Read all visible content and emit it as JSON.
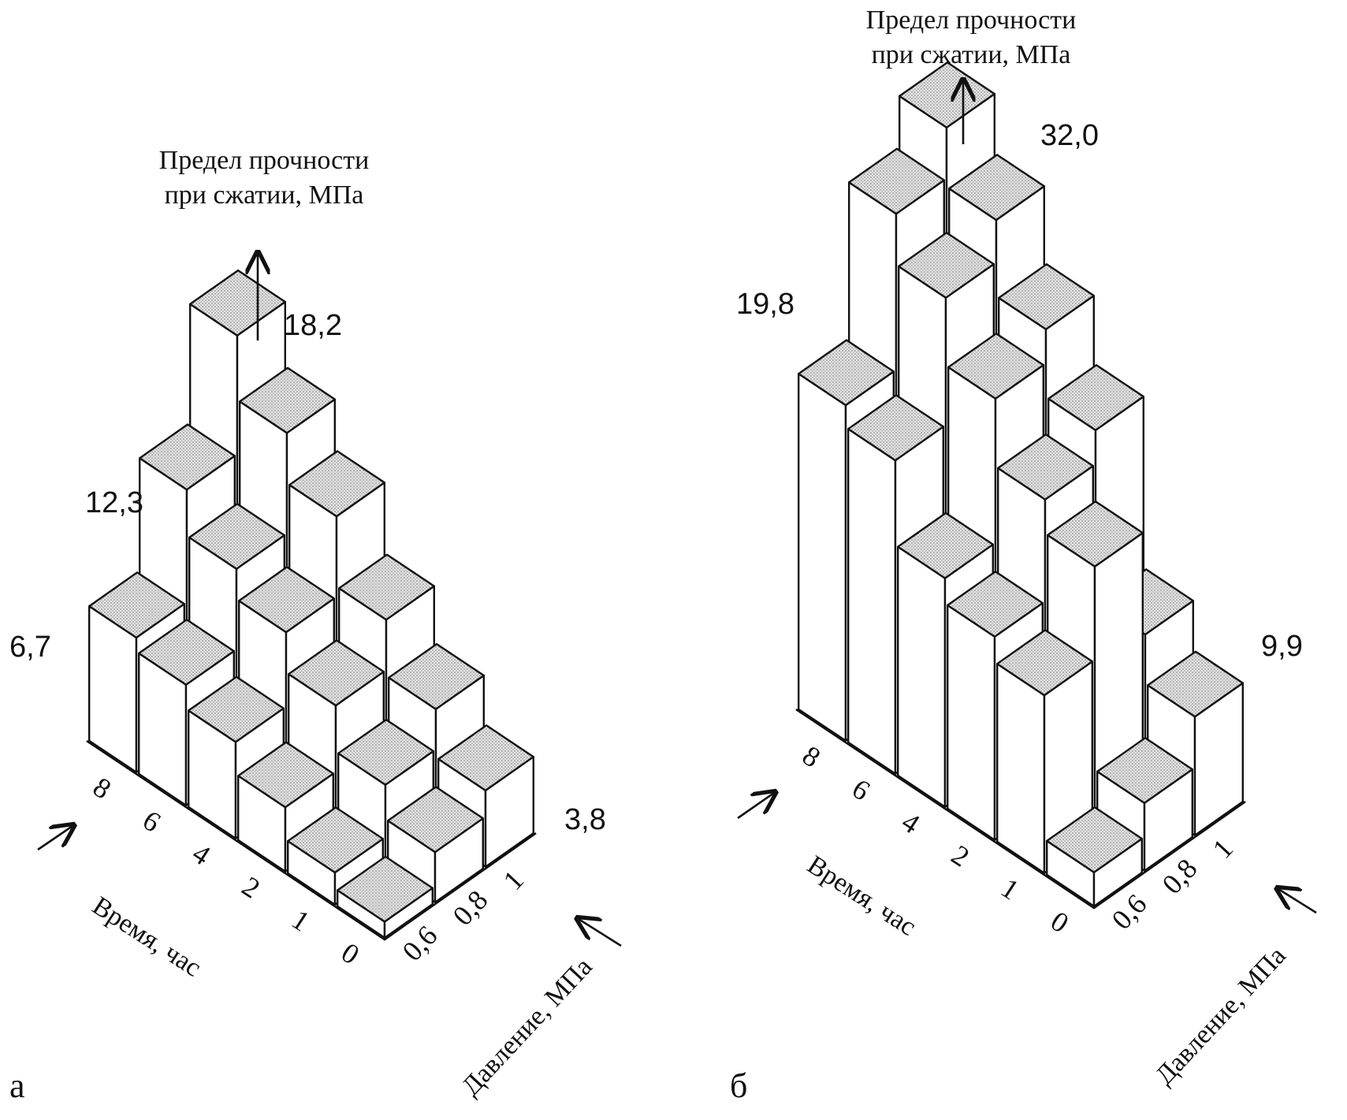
{
  "colors": {
    "top_face": "#d4d4d4",
    "side_face": "#ffffff",
    "ink": "#111111"
  },
  "chart_data": [
    {
      "panel": "а",
      "type": "bar3d",
      "zlabel_line1": "Предел прочности",
      "zlabel_line2": "при сжатии, МПа",
      "time_axis_label": "Время, час",
      "pressure_axis_label": "Давление, МПа",
      "time_ticks": [
        "8",
        "6",
        "4",
        "2",
        "1",
        "0"
      ],
      "pressure_ticks": [
        "0,6",
        "0,8",
        "1"
      ],
      "value_labels": [
        "18,2",
        "12,3",
        "6,7",
        "3,8"
      ],
      "grid": [
        [
          6.7,
          12.3,
          18.2
        ],
        [
          6.0,
          10.0,
          15.0
        ],
        [
          4.8,
          8.5,
          12.5
        ],
        [
          3.2,
          6.5,
          9.0
        ],
        [
          1.6,
          4.2,
          6.2
        ],
        [
          0.8,
          2.5,
          3.8
        ]
      ],
      "zlim": [
        0,
        35
      ]
    },
    {
      "panel": "б",
      "type": "bar3d",
      "zlabel_line1": "Предел прочности",
      "zlabel_line2": "при сжатии, МПа",
      "time_axis_label": "Время, час",
      "pressure_axis_label": "Давление, МПа",
      "time_ticks": [
        "8",
        "6",
        "4",
        "2",
        "1",
        "0"
      ],
      "pressure_ticks": [
        "0,6",
        "0,8",
        "1"
      ],
      "value_labels": [
        "32,0",
        "19,8",
        "9,9"
      ],
      "grid": [
        [
          19.8,
          29.0,
          32.0
        ],
        [
          18.5,
          26.0,
          28.5
        ],
        [
          13.5,
          22.0,
          24.0
        ],
        [
          12.0,
          18.0,
          20.0
        ],
        [
          10.5,
          16.0,
          9.9
        ],
        [
          2.0,
          4.0,
          7.0
        ]
      ],
      "zlim": [
        0,
        35
      ]
    }
  ]
}
